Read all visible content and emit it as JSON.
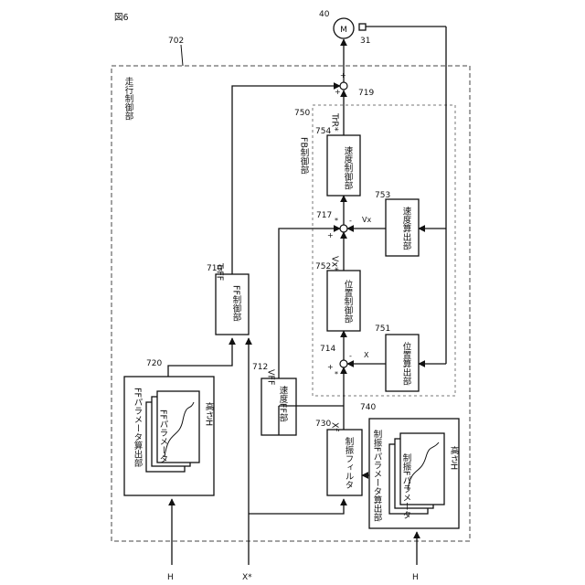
{
  "figure": {
    "label": "図6"
  },
  "motor": {
    "number": "40",
    "symbol": "M",
    "encoder_number": "31"
  },
  "controller": {
    "number": "702",
    "name": "走行制御部"
  },
  "fb": {
    "number": "750",
    "name": "FB制御部"
  },
  "blocks": {
    "speed_ctrl": {
      "number": "754",
      "name": "速度制御部"
    },
    "pos_ctrl": {
      "number": "752",
      "name": "位置制御部"
    },
    "speed_calc": {
      "number": "753",
      "name": "速度算出部"
    },
    "pos_calc": {
      "number": "751",
      "name": "位置算出部"
    },
    "ff_ctrl": {
      "number": "710",
      "name": "FF制御部"
    },
    "speed_ff": {
      "number": "712",
      "name": "速度FF部"
    },
    "vib_filter": {
      "number": "730",
      "name": "制振フィルタ"
    },
    "ff_param": {
      "number": "720",
      "name": "FFパラメータ算出部",
      "card": "FFパラメータ",
      "axis": "高さH"
    },
    "vib_param": {
      "number": "740",
      "name": "制振Fパラメータ算出部",
      "card": "制振Fパラメータ",
      "axis": "高さH"
    }
  },
  "sums": {
    "s719": {
      "number": "719",
      "plus1": "+",
      "plus2": "+"
    },
    "s717": {
      "number": "717",
      "plus": "+",
      "star": "*",
      "minus": "-"
    },
    "s714": {
      "number": "714",
      "plus": "+",
      "star": "*",
      "minus": "-"
    }
  },
  "signals": {
    "trr": "TrR*",
    "trff": "TrFF",
    "vx_star": "Vx*",
    "vx": "Vx",
    "x": "X",
    "vff": "VFF",
    "xf": "Xf"
  },
  "inputs": {
    "h_left": "H",
    "x_star": "X*",
    "h_right": "H"
  }
}
